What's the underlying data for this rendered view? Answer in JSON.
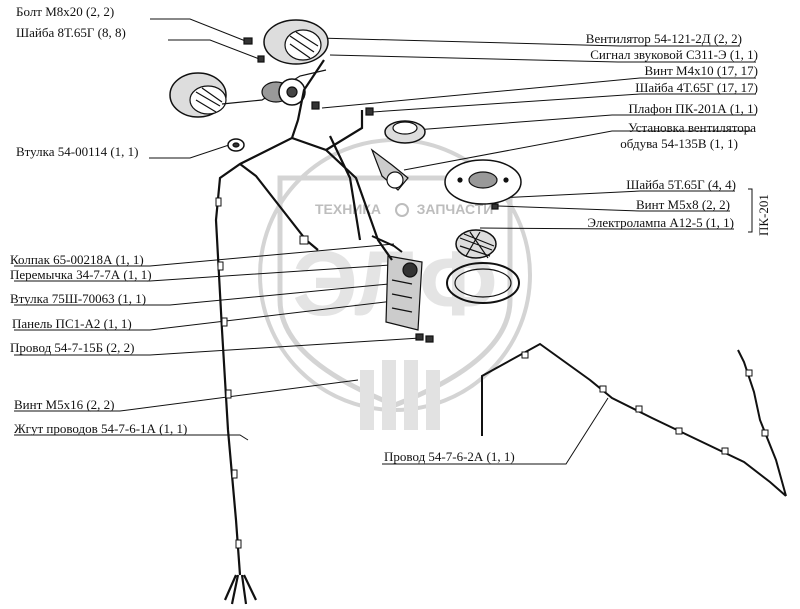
{
  "watermark": {
    "logo_text": "ЭЛФ",
    "top_left": "ТЕХНИКА",
    "top_right": "ЗАПЧАСТИ"
  },
  "group_label": "ПК-201",
  "labels_left": [
    "Болт М8х20 (2, 2)",
    "Шайба 8Т.65Г (8, 8)",
    "Втулка 54-00114 (1, 1)",
    "Колпак 65-00218А (1, 1)",
    "Перемычка 34-7-7А (1, 1)",
    "Втулка 75Ш-70063 (1, 1)",
    "Панель ПС1-А2 (1, 1)",
    "Провод 54-7-15Б (2, 2)",
    "Винт М5х16 (2, 2)",
    "Жгут проводов 54-7-6-1А (1, 1)",
    "Провод 54-7-6-2А (1, 1)"
  ],
  "labels_right": [
    "Вентилятор 54-121-2Д (2, 2)",
    "Сигнал звуковой С311-Э (1, 1)",
    "Винт М4х10 (17, 17)",
    "Шайба 4Т.65Г (17, 17)",
    "Плафон ПК-201А (1, 1)",
    "Установка вентилятора",
    "обдува 54-135В (1, 1)",
    "Шайба 5Т.65Г (4, 4)",
    "Винт М5х8 (2, 2)",
    "Электролампа А12-5 (1, 1)"
  ],
  "colors": {
    "ink": "#111111",
    "watermark": "#cfcfcf"
  }
}
